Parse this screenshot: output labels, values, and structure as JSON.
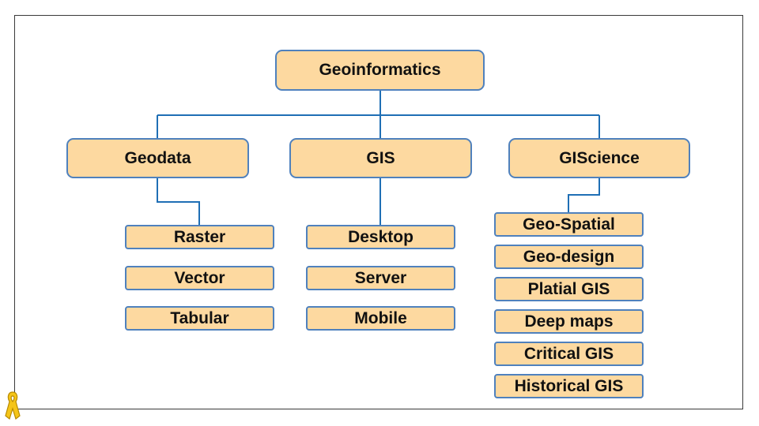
{
  "diagram": {
    "root": {
      "label": "Geoinformatics"
    },
    "branches": [
      {
        "label": "Geodata",
        "children": [
          "Raster",
          "Vector",
          "Tabular"
        ]
      },
      {
        "label": "GIS",
        "children": [
          "Desktop",
          "Server",
          "Mobile"
        ]
      },
      {
        "label": "GIScience",
        "children": [
          "Geo-Spatial",
          "Geo-design",
          "Platial GIS",
          "Deep maps",
          "Critical GIS",
          "Historical GIS"
        ]
      }
    ]
  },
  "colors": {
    "box_fill": "#fdd9a0",
    "box_border": "#4f81bd",
    "connector": "#1f6fb5",
    "frame": "#3a3a3a",
    "ribbon": "#f5c518"
  },
  "icons": {
    "corner_icon": "awareness-ribbon-icon"
  }
}
